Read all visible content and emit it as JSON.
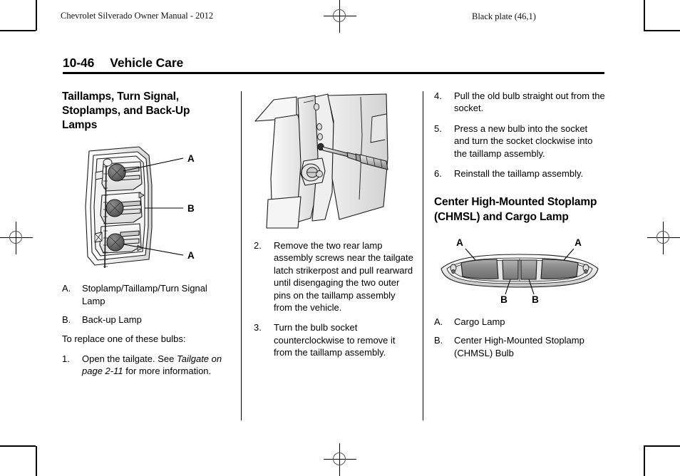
{
  "document": {
    "running_head_left": "Chevrolet Silverado Owner Manual - 2012",
    "running_head_right": "Black plate (46,1)",
    "page_number": "10-46",
    "chapter_title": "Vehicle Care"
  },
  "column_1": {
    "heading": "Taillamps, Turn Signal, Stoplamps, and Back-Up Lamps",
    "figure": {
      "name": "taillamp-assembly-diagram",
      "callouts": [
        {
          "label": "A",
          "position": "top-right"
        },
        {
          "label": "B",
          "position": "middle-right"
        },
        {
          "label": "A",
          "position": "bottom-right"
        }
      ]
    },
    "legend": [
      {
        "key": "A.",
        "text": "Stoplamp/Taillamp/Turn Signal Lamp"
      },
      {
        "key": "B.",
        "text": "Back-up Lamp"
      }
    ],
    "intro": "To replace one of these bulbs:",
    "step_1": {
      "key": "1.",
      "text_before": "Open the tailgate. See ",
      "xref": "Tailgate on page 2‑11",
      "text_after": " for more information."
    }
  },
  "column_2": {
    "figure": {
      "name": "taillamp-screw-removal-diagram"
    },
    "steps": [
      {
        "key": "2.",
        "text": "Remove the two rear lamp assembly screws near the tailgate latch strikerpost and pull rearward until disengaging the two outer pins on the taillamp assembly from the vehicle."
      },
      {
        "key": "3.",
        "text": "Turn the bulb socket counterclockwise to remove it from the taillamp assembly."
      }
    ]
  },
  "column_3": {
    "steps": [
      {
        "key": "4.",
        "text": "Pull the old bulb straight out from the socket."
      },
      {
        "key": "5.",
        "text": "Press a new bulb into the socket and turn the socket clockwise into the taillamp assembly."
      },
      {
        "key": "6.",
        "text": "Reinstall the taillamp assembly."
      }
    ],
    "heading": "Center High-Mounted Stoplamp (CHMSL) and Cargo Lamp",
    "figure": {
      "name": "chmsl-cargo-lamp-diagram",
      "callouts": [
        {
          "label": "A",
          "position": "top-left"
        },
        {
          "label": "A",
          "position": "top-right"
        },
        {
          "label": "B",
          "position": "bottom-left"
        },
        {
          "label": "B",
          "position": "bottom-right"
        }
      ]
    },
    "legend": [
      {
        "key": "A.",
        "text": "Cargo Lamp"
      },
      {
        "key": "B.",
        "text": "Center High-Mounted Stoplamp (CHMSL) Bulb"
      }
    ]
  },
  "printer_marks": {
    "registration_mark_icon": "registration-crosshair-icon",
    "count": 4
  },
  "colors": {
    "text": "#000000",
    "page_background": "#ffffff",
    "rule": "#000000",
    "figure_line": "#1a1a1a",
    "figure_fill_light": "#f2f2f2",
    "figure_fill_mid": "#cfcfcf",
    "figure_fill_dark": "#9a9a9a"
  }
}
